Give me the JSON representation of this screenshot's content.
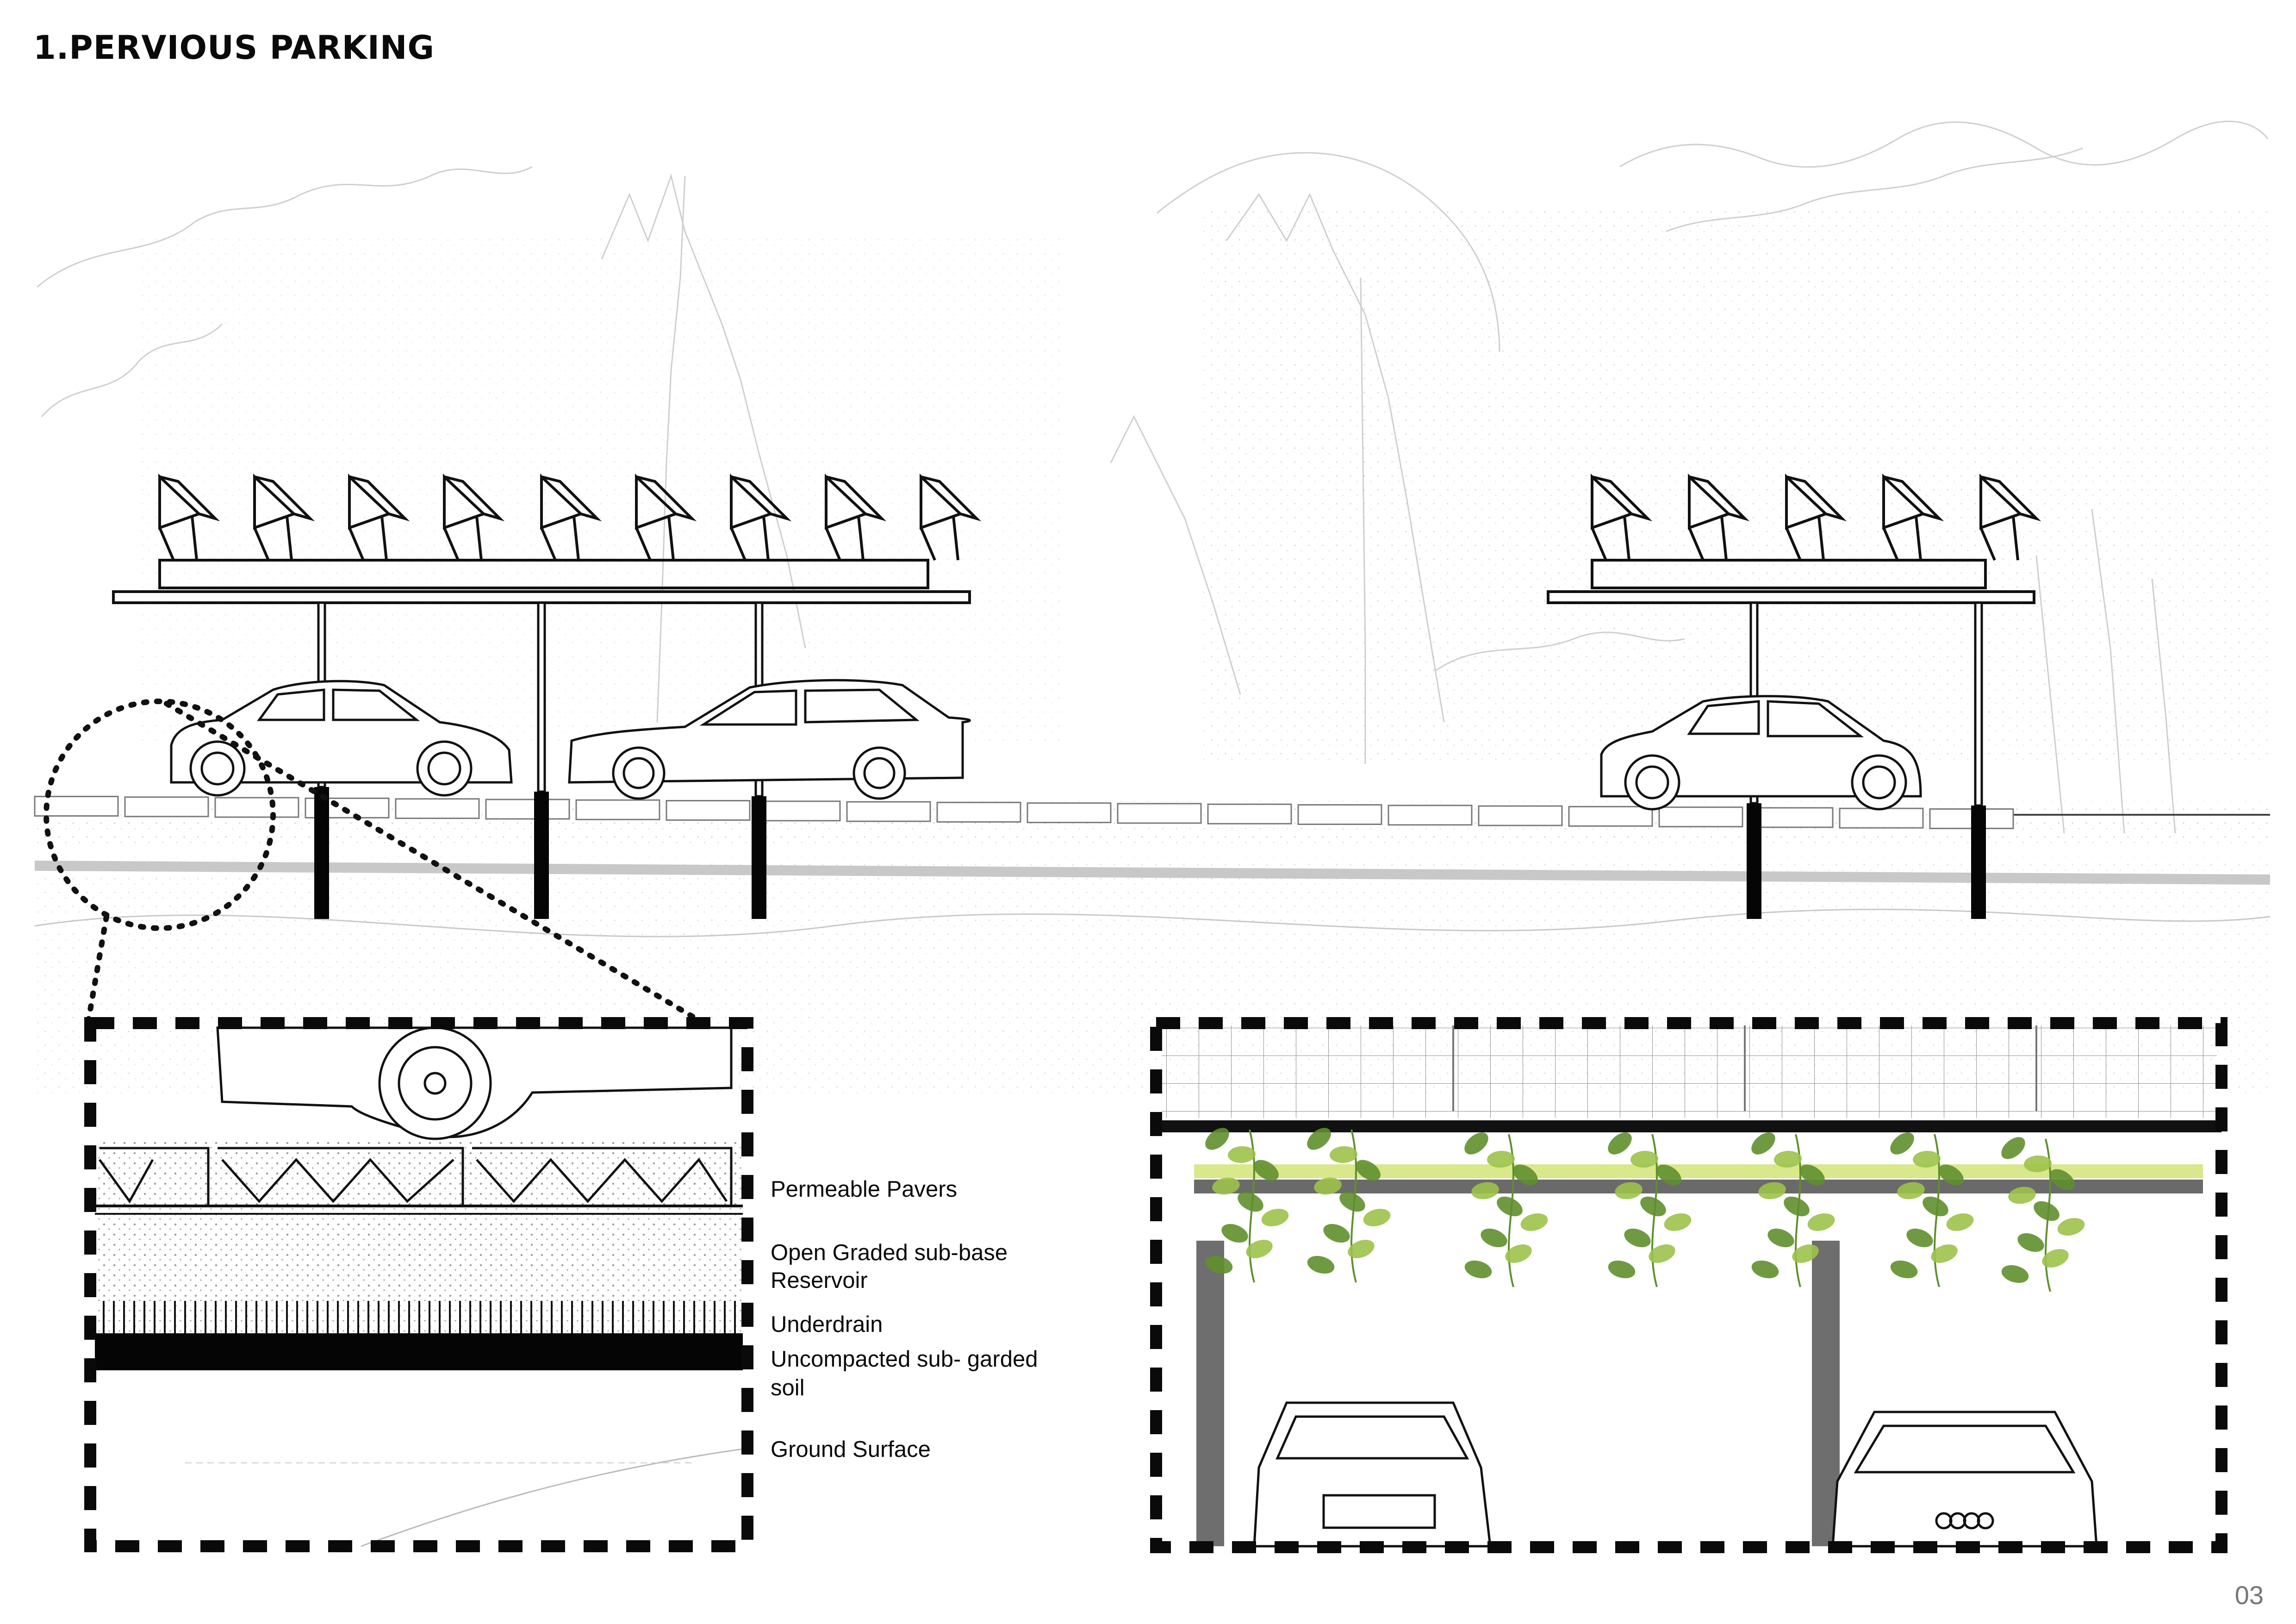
{
  "title": "1.PERVIOUS PARKING",
  "page_number": "03",
  "detail_layers": {
    "pavers": "Permeable Pavers",
    "subbase": "Open Graded sub-base",
    "subbase2": "Reservoir",
    "underdrain": "Underdrain",
    "soil": "Uncompacted sub- garded",
    "soil2": "soil",
    "ground": "Ground Surface"
  },
  "colors": {
    "line": "#111111",
    "sketch": "#c9c9c9",
    "leaf_dark": "#5f8f2e",
    "leaf_light": "#9cc24a",
    "green_strip": "#d9e88a",
    "column_grey": "#6e6e6e"
  }
}
